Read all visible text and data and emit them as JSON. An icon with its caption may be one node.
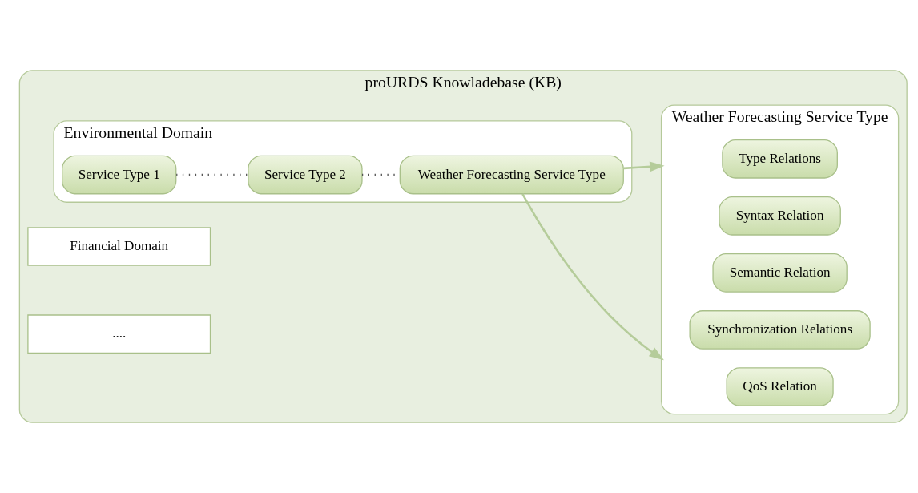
{
  "diagram": {
    "nodes": [
      {
        "text": [
          "proURDS Knowladebase (KB)"
        ]
      },
      {
        "text": [
          "Financial Domain"
        ],
        "in": 0
      },
      {
        "text": [
          "...."
        ],
        "in": 0
      },
      {
        "text": [
          "Environmental Domain"
        ],
        "in": 0
      },
      {
        "text": [
          "Service Type 1"
        ],
        "in": 3
      },
      {
        "text": [
          "Service Type 2"
        ],
        "in": 3
      },
      {
        "text": [
          "Weather Forecasting Service Type"
        ],
        "in": 3
      },
      {
        "text": [
          "Weather Forecasting Service Type"
        ],
        "in": 0
      },
      {
        "text": [
          "Type Relations"
        ],
        "in": 7
      },
      {
        "text": [
          "Syntax Relation"
        ],
        "in": 7
      },
      {
        "text": [
          "Semantic Relation"
        ],
        "in": 7
      },
      {
        "text": [
          "Synchronization Relations"
        ],
        "in": 7
      },
      {
        "text": [
          "QoS Relation"
        ],
        "in": 7
      }
    ],
    "edges": [
      {
        "from": 4,
        "to": 5,
        "arrow": "none",
        "style": "dashed"
      },
      {
        "from": 5,
        "to": 6,
        "arrow": "none",
        "style": "dashed"
      },
      {
        "from": 6,
        "to": 7,
        "arrow": "to",
        "color": "#b5cc9a"
      },
      {
        "from": 6,
        "to": 7,
        "arrow": "to",
        "color": "#b5cc9a"
      }
    ]
  }
}
